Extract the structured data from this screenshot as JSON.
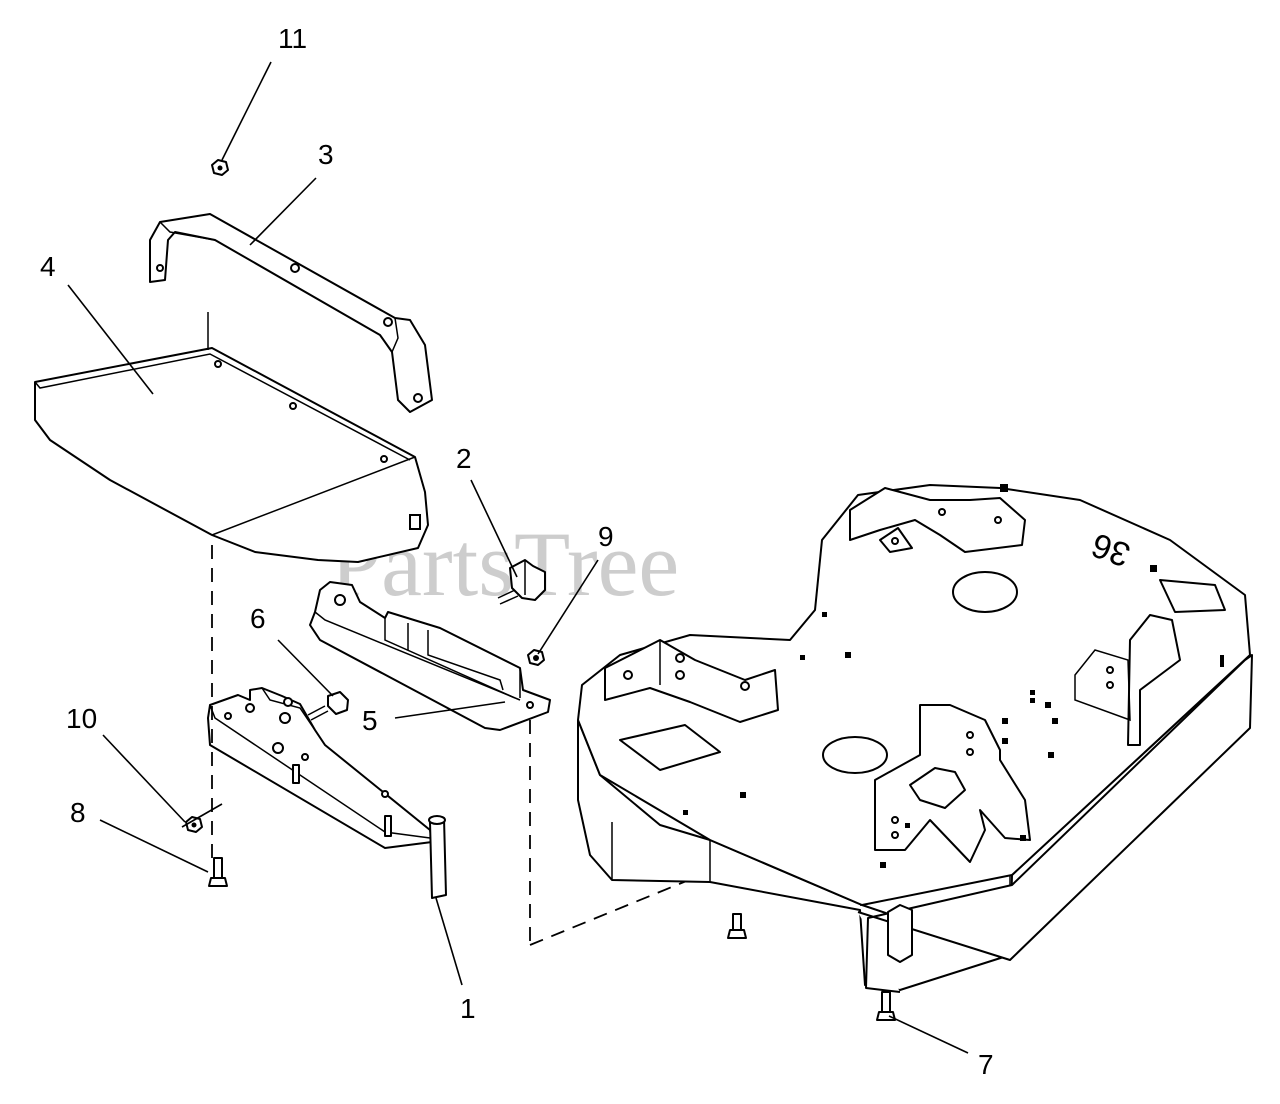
{
  "watermark": "PartsTree",
  "deck_label": "36",
  "callouts": {
    "c1": "1",
    "c2": "2",
    "c3": "3",
    "c4": "4",
    "c5": "5",
    "c6": "6",
    "c7": "7",
    "c8": "8",
    "c9": "9",
    "c10": "10",
    "c11": "11"
  }
}
